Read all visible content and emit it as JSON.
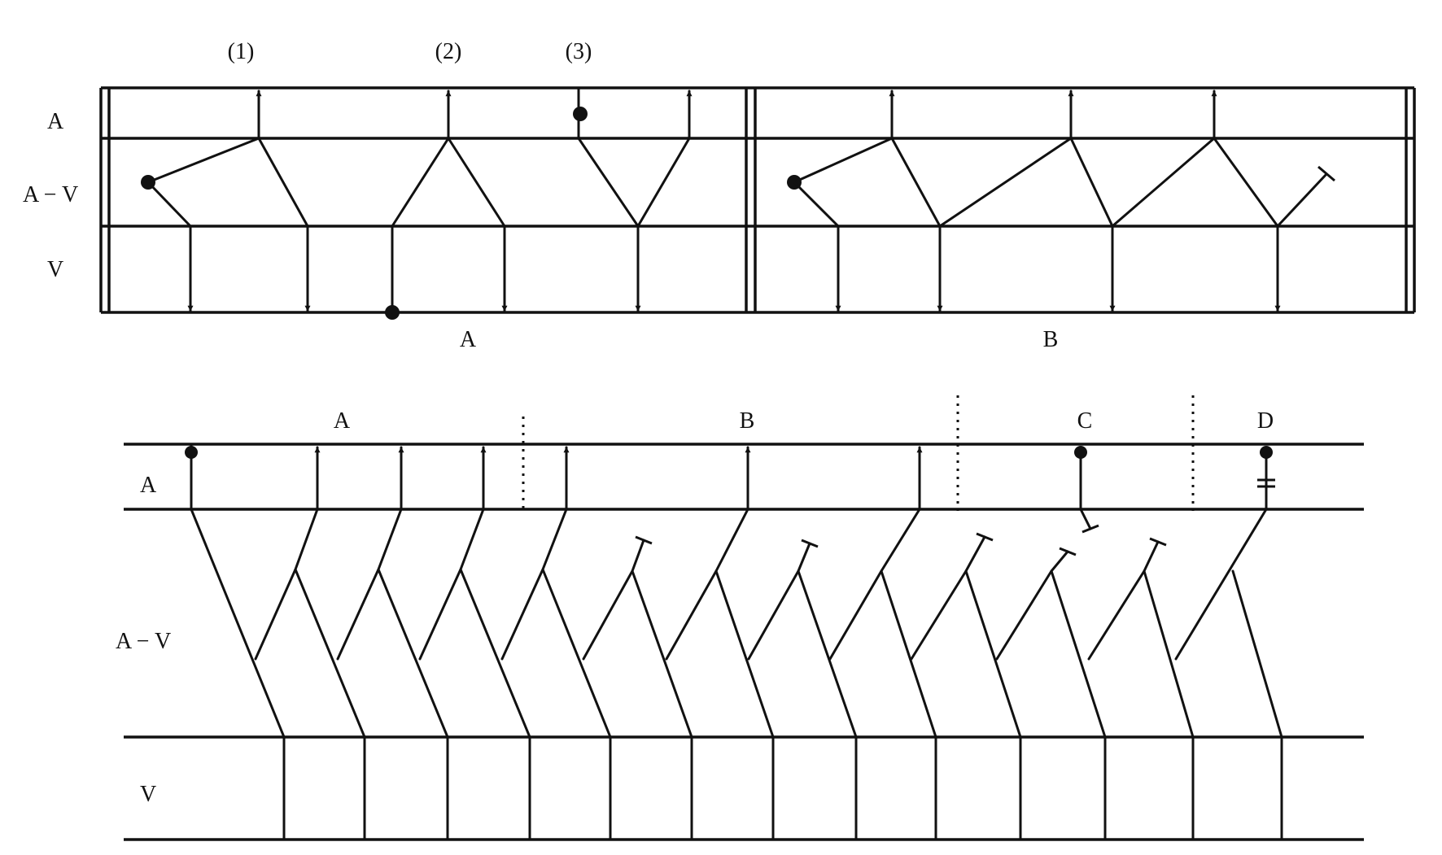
{
  "top_diagram": {
    "row_labels": {
      "atrium": "A",
      "av_junction": "A − V",
      "ventricle": "V"
    },
    "beat_labels": [
      "(1)",
      "(2)",
      "(3)"
    ],
    "panel_labels": {
      "left": "A",
      "right": "B"
    }
  },
  "bottom_diagram": {
    "row_labels": {
      "atrium": "A",
      "av_junction": "A − V",
      "ventricle": "V"
    },
    "segment_labels": [
      "A",
      "B",
      "C",
      "D"
    ]
  }
}
